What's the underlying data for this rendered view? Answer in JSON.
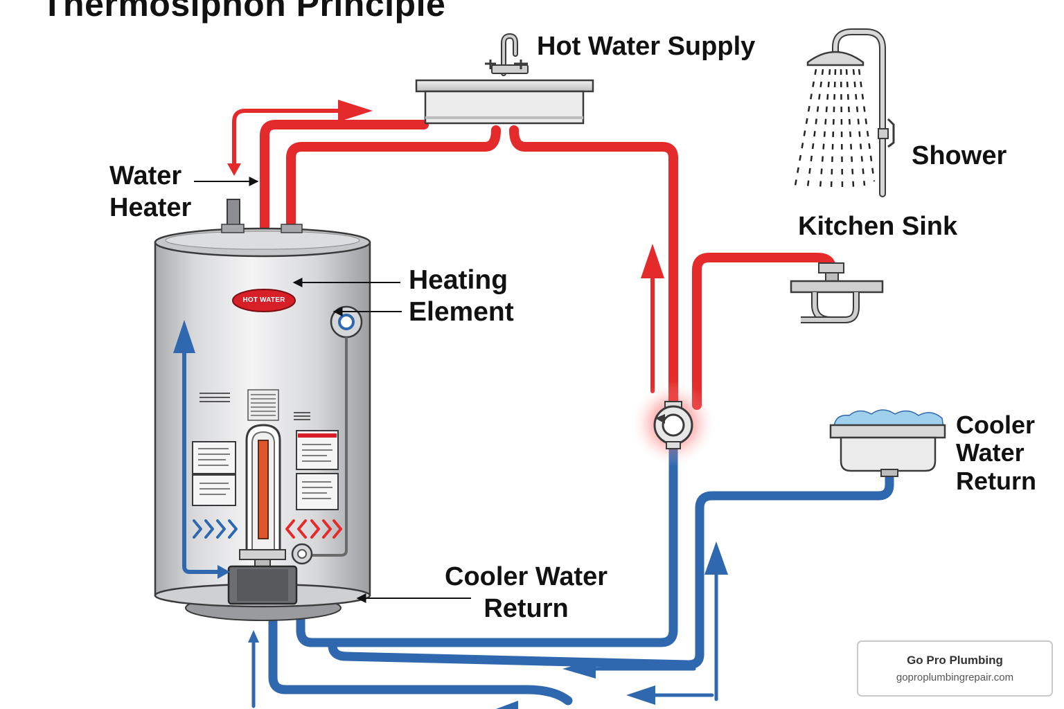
{
  "title": "Thermosiphon Principle",
  "labels": {
    "hot_water_supply": "Hot Water Supply",
    "shower": "Shower",
    "kitchen_sink": "Kitchen Sink",
    "water_heater_line1": "Water",
    "water_heater_line2": "Heater",
    "heating_element_line1": "Heating",
    "heating_element_line2": "Element",
    "cooler_return_right_line1": "Cooler",
    "cooler_return_right_line2": "Water",
    "cooler_return_right_line3": "Return",
    "cooler_return_bottom_line1": "Cooler Water",
    "cooler_return_bottom_line2": "Return"
  },
  "tank_brand": "HOT WATER",
  "credit": {
    "name": "Go Pro Plumbing",
    "url": "goproplumbingrepair.com"
  },
  "colors": {
    "hot_pipe": "#e42a2a",
    "cold_pipe": "#2f68ae",
    "tank_body": "#d9dadc",
    "fixture": "#d6d6d6",
    "outline": "#3a3a3a",
    "pump_glow": "#ff4040",
    "water_foam": "#9fd0ec"
  },
  "icons": [
    "faucet-icon",
    "shower-head-icon",
    "kitchen-faucet-icon",
    "basin-icon",
    "circulation-pump-icon",
    "heating-element-icon"
  ]
}
